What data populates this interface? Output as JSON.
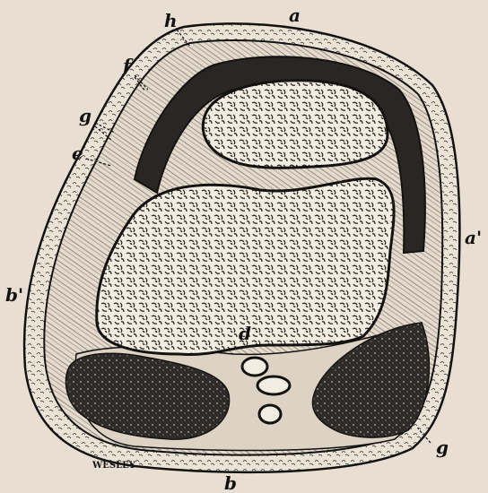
{
  "labels": {
    "a": "a",
    "a_prime": "a'",
    "b": "b",
    "b_prime": "b'",
    "d": "d",
    "e": "e",
    "f": "f",
    "g_left": "g",
    "g_right": "g",
    "h": "h"
  },
  "signature": "WESLEY",
  "colors": {
    "paper": "#e8dfd2",
    "ink": "#141210",
    "bone": "#f3ede1",
    "cavity": "#2a2624",
    "muscle": "#3a3532"
  }
}
